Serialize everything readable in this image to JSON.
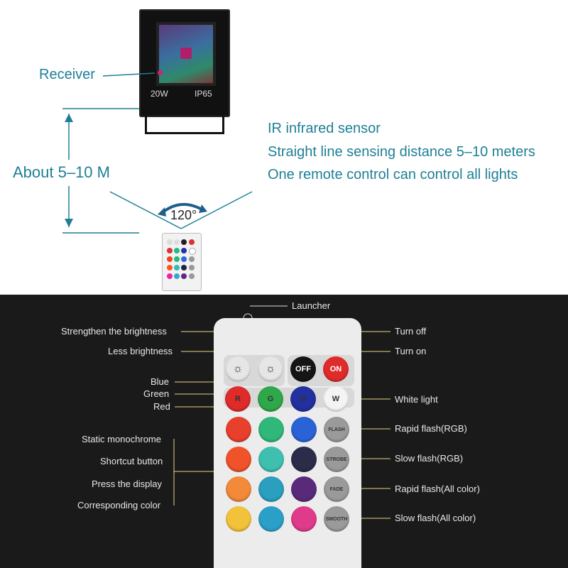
{
  "top_section": {
    "receiver_label": "Receiver",
    "light_wattage": "20W",
    "light_rating": "IP65",
    "distance_label": "About  5–10 M",
    "angle_label": "120°",
    "features": [
      "IR  infrared  sensor",
      "Straight line sensing distance 5–10 meters",
      "One remote control can control all lights"
    ]
  },
  "remote": {
    "launcher_label": "Launcher",
    "buttons": {
      "off": "OFF",
      "on": "ON",
      "red": "R",
      "green": "G",
      "blue": "B",
      "white": "W",
      "flash": "FLASH",
      "strobe": "STROBE",
      "fade": "FADE",
      "smooth": "SMOOTH"
    },
    "left_annotations": {
      "strengthen": "Strengthen the brightness",
      "less": "Less brightness",
      "blue": "Blue",
      "green": "Green",
      "red": "Red",
      "static": "Static monochrome",
      "shortcut": "Shortcut button",
      "press": "Press the display",
      "corresponding": "Corresponding color"
    },
    "right_annotations": {
      "turn_off": "Turn off",
      "turn_on": "Turn on",
      "white_light": "White light",
      "rapid_rgb": "Rapid flash(RGB)",
      "slow_rgb": "Slow flash(RGB)",
      "rapid_all": "Rapid flash(All color)",
      "slow_all": "Slow flash(All color)"
    },
    "colors": {
      "grid": [
        "#e8402c",
        "#2fb87a",
        "#2a63d6",
        "#f0522a",
        "#3fbfb0",
        "#2b2b4a",
        "#f28a3a",
        "#2a9fbf",
        "#5a2a7a",
        "#f2c23a",
        "#2aa0c8",
        "#e03a8a"
      ]
    }
  }
}
